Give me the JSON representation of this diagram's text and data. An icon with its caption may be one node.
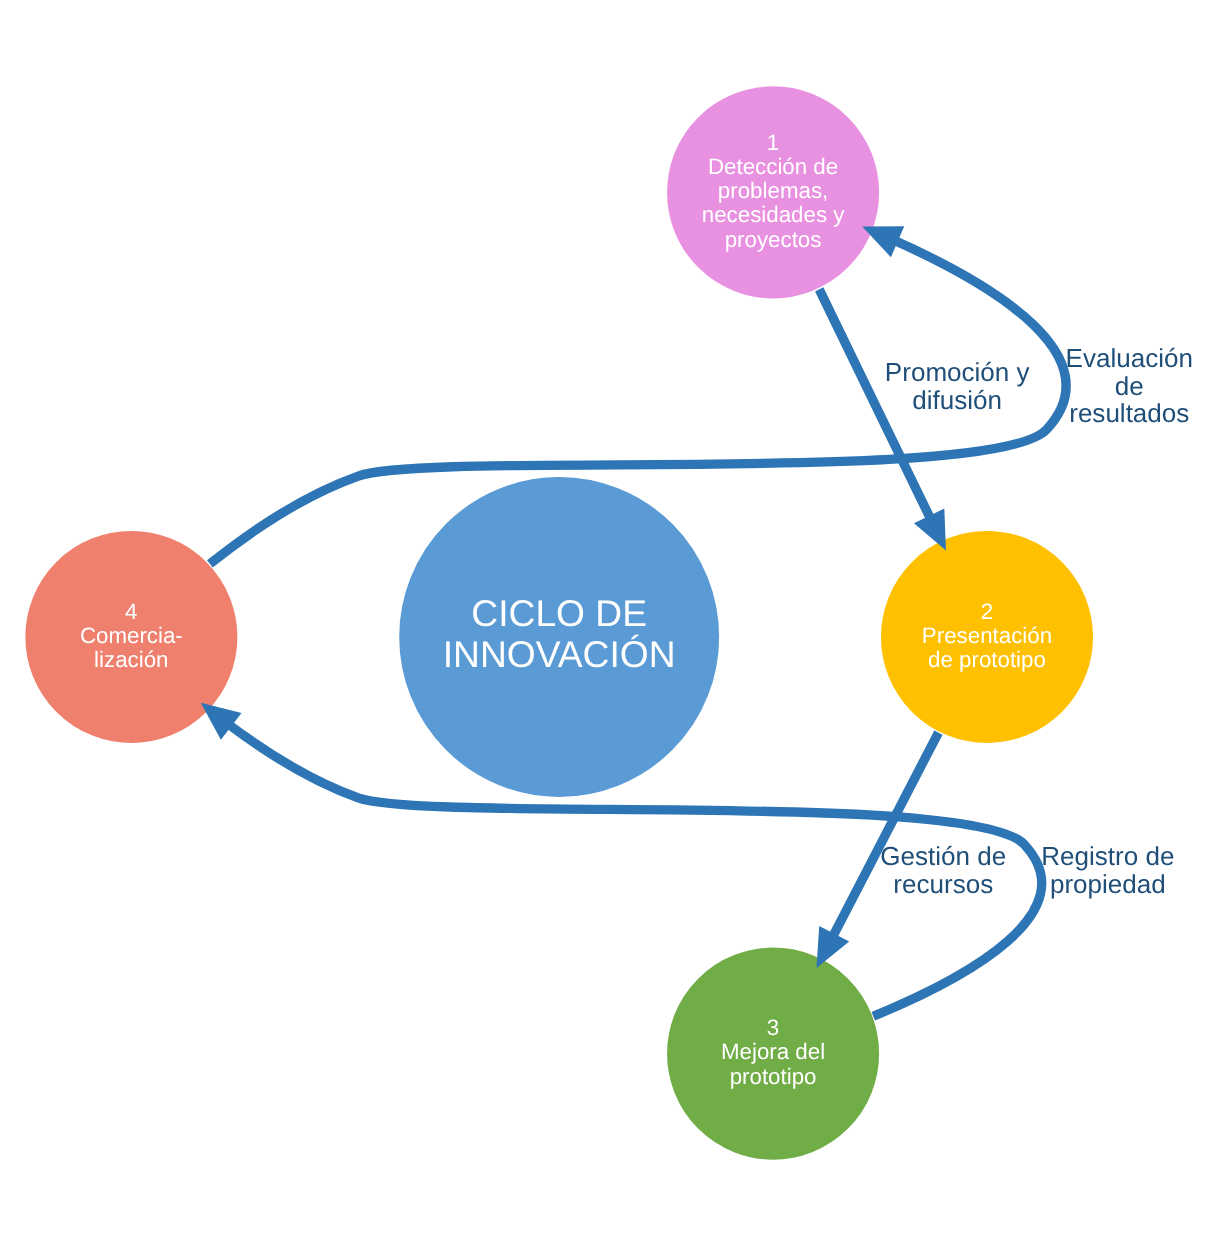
{
  "diagram": {
    "nodes": [
      {
        "text": [
          "CICLO DE INNOVACIÓN"
        ]
      },
      {
        "text": [
          "1",
          "Detección de problemas, necesidades y proyectos"
        ]
      },
      {
        "text": [
          "2",
          "Presentación de prototipo"
        ]
      },
      {
        "text": [
          "3",
          "Mejora del prototipo"
        ]
      },
      {
        "text": [
          "4",
          "Comercia- lización"
        ]
      }
    ],
    "edges": [
      {
        "from": 1,
        "to": 2,
        "arrow": "to",
        "label": "Promoción y difusión"
      },
      {
        "from": 2,
        "to": 3,
        "arrow": "to",
        "label": "Gestión de recursos"
      },
      {
        "from": 3,
        "to": 4,
        "arrow": "to",
        "label": "Registro de propiedad"
      },
      {
        "from": 4,
        "to": 1,
        "arrow": "to",
        "label": "Evaluación de resultados"
      }
    ]
  }
}
